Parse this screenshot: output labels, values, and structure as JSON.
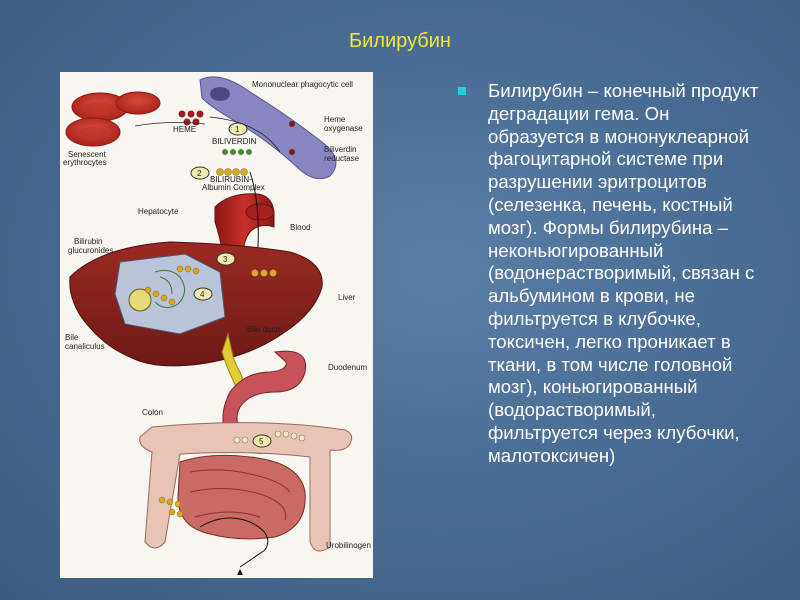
{
  "slide": {
    "title": "Билирубин",
    "bullet_text": "Билирубин – конечный продукт деградации гема. Он образуется в мононуклеарной фагоцитарной системе при разрушении эритроцитов (селезенка, печень, костный мозг). Формы билирубина – неконьюгированный (водонерастворимый, связан с альбумином в крови, не фильтруется в клубочке, токсичен, легко проникает в ткани, в том числе головной мозг), коньюгированный (водорастворимый, фильтруется через клубочки, малотоксичен)"
  },
  "diagram": {
    "labels": {
      "mono_cell": "Mononuclear phagocytic cell",
      "heme": "HEME",
      "heme_oxy_1": "Heme",
      "heme_oxy_2": "oxygenase",
      "biliverdin": "BILIVERDIN",
      "bili_red_1": "Biliverdin",
      "bili_red_2": "reductase",
      "senescent_1": "Senescent",
      "senescent_2": "erythrocytes",
      "bili_alb_1": "BILIRUBIN-",
      "bili_alb_2": "Albumin Complex",
      "blood": "Blood",
      "hepatocyte": "Hepatocyte",
      "bili_gluc_1": "Bilirubin",
      "bili_gluc_2": "glucuronides",
      "liver": "Liver",
      "bile_ducts": "Bile ducts",
      "bile_can_1": "Bile",
      "bile_can_2": "canaliculus",
      "duodenum": "Duodenum",
      "colon": "Colon",
      "urobilinogen": "Urobilinogen",
      "step1": "1",
      "step2": "2",
      "step3": "3",
      "step4": "4",
      "step5": "5"
    }
  }
}
